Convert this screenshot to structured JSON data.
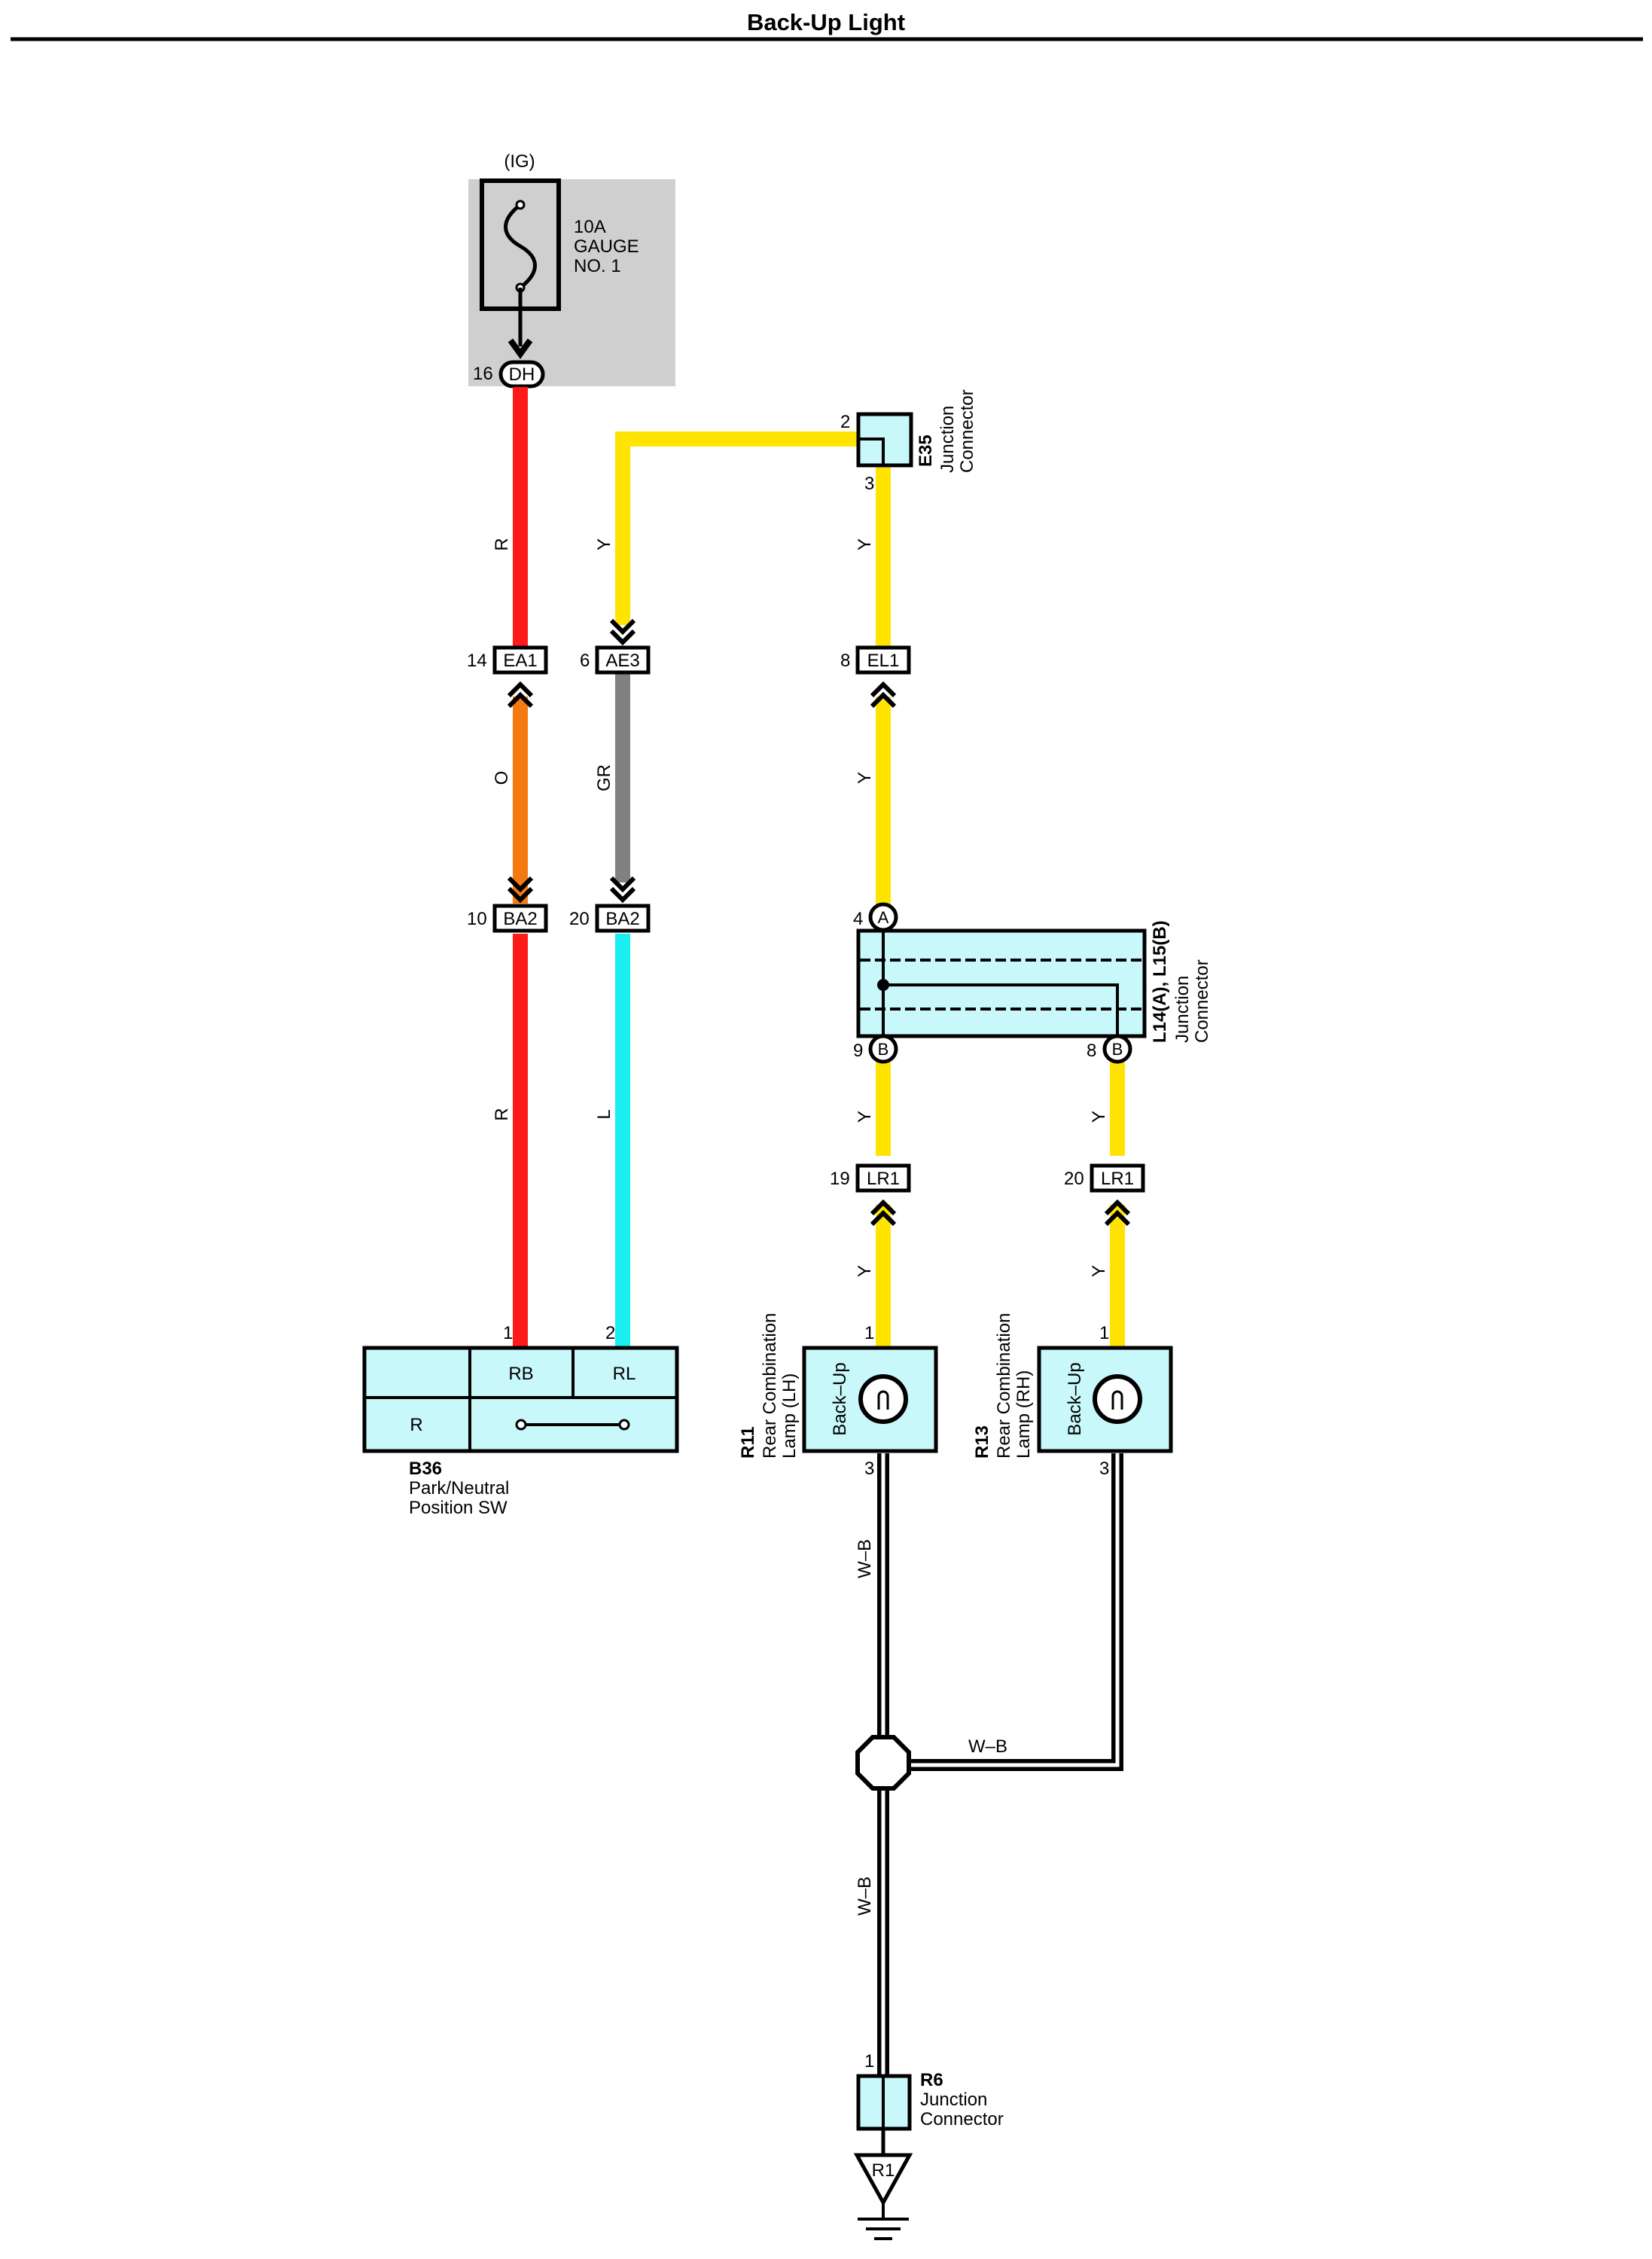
{
  "title": "Back-Up Light",
  "fuse": {
    "power_label": "(IG)",
    "rating": "10A",
    "name_line1": "GAUGE",
    "name_line2": "NO. 1",
    "pin": "16",
    "connector": "DH"
  },
  "junction_e35": {
    "code": "E35",
    "name_line1": "Junction",
    "name_line2": "Connector",
    "pin_in": "2",
    "pin_out": "3"
  },
  "inline_connectors": {
    "ea1": {
      "pin": "14",
      "code": "EA1"
    },
    "ae3": {
      "pin": "6",
      "code": "AE3"
    },
    "el1": {
      "pin": "8",
      "code": "EL1"
    },
    "ba2_left": {
      "pin": "10",
      "code": "BA2"
    },
    "ba2_right": {
      "pin": "20",
      "code": "BA2"
    },
    "lr1_left": {
      "pin": "19",
      "code": "LR1"
    },
    "lr1_right": {
      "pin": "20",
      "code": "LR1"
    }
  },
  "wire_colors": {
    "r_top": "R",
    "y_left": "Y",
    "y_e35": "Y",
    "o": "O",
    "gr": "GR",
    "y_el1": "Y",
    "r_bottom": "R",
    "l": "L",
    "y_lh_upper": "Y",
    "y_rh_upper": "Y",
    "y_lh_lower": "Y",
    "y_rh_lower": "Y",
    "wb_lh": "W–B",
    "wb_splice": "W–B",
    "wb_ground": "W–B"
  },
  "junction_l14": {
    "code": "L14(A), L15(B)",
    "name_line1": "Junction",
    "name_line2": "Connector",
    "pin_a_num": "4",
    "pin_a_letter": "A",
    "pin_b1_num": "9",
    "pin_b1_letter": "B",
    "pin_b2_num": "8",
    "pin_b2_letter": "B"
  },
  "switch_b36": {
    "code": "B36",
    "name_line1": "Park/Neutral",
    "name_line2": "Position SW",
    "pin1": "1",
    "pin2": "2",
    "col_rb": "RB",
    "col_rl": "RL",
    "row_r": "R"
  },
  "lamp_r11": {
    "code": "R11",
    "name_line1": "Rear Combination",
    "name_line2": "Lamp (LH)",
    "function": "Back–Up",
    "pin_in": "1",
    "pin_out": "3"
  },
  "lamp_r13": {
    "code": "R13",
    "name_line1": "Rear Combination",
    "name_line2": "Lamp (RH)",
    "function": "Back–Up",
    "pin_in": "1",
    "pin_out": "3"
  },
  "junction_r6": {
    "code": "R6",
    "name_line1": "Junction",
    "name_line2": "Connector",
    "pin": "1"
  },
  "ground": {
    "code": "R1"
  },
  "colors": {
    "red": "#ff1a1a",
    "orange": "#f47a10",
    "yellow": "#ffe400",
    "gray": "#808080",
    "cyan": "#1aeef0",
    "component_fill": "#c8f8fa",
    "fuse_box_fill": "#cfcfcf"
  }
}
